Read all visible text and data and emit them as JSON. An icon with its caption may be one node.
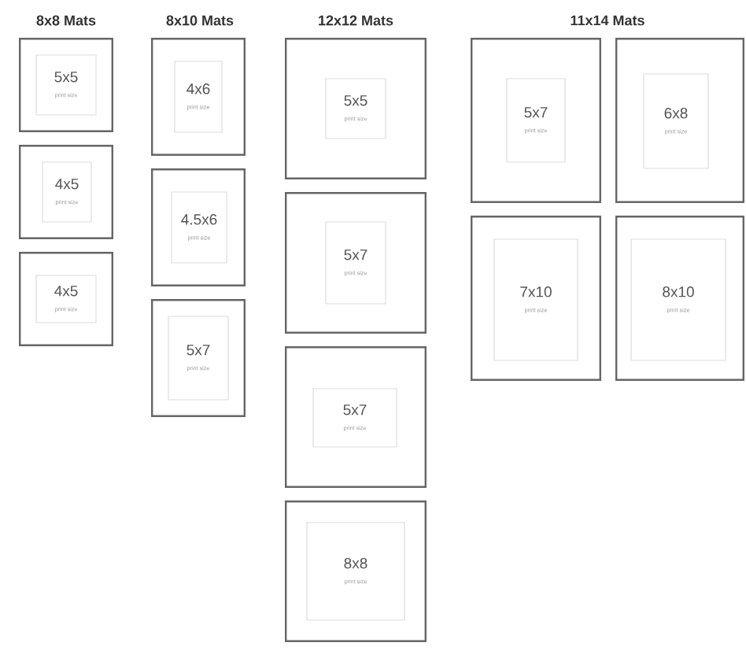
{
  "diagram": {
    "nodes": [
      {
        "text": [],
        "shape": "box"
      },
      {
        "text": [
          "5x5",
          "print size"
        ],
        "in": 0
      },
      {
        "text": [],
        "shape": "box"
      },
      {
        "text": [
          "4x5",
          "print size"
        ],
        "in": 2
      },
      {
        "text": [],
        "shape": "box"
      },
      {
        "text": [
          "4x5",
          "print size"
        ],
        "in": 4
      },
      {
        "text": [],
        "shape": "box"
      },
      {
        "text": [
          "4x6",
          "print size"
        ],
        "in": 6
      },
      {
        "text": [],
        "shape": "box"
      },
      {
        "text": [
          "4.5x6",
          "print size"
        ],
        "in": 8
      },
      {
        "text": [],
        "shape": "box"
      },
      {
        "text": [
          "5x7",
          "print size"
        ],
        "in": 10
      },
      {
        "text": [],
        "shape": "box"
      },
      {
        "text": [
          "5x5",
          "print size"
        ],
        "in": 12
      },
      {
        "text": [],
        "shape": "box"
      },
      {
        "text": [
          "5x7",
          "print size"
        ],
        "in": 14
      },
      {
        "text": [],
        "shape": "box"
      },
      {
        "text": [
          "5x7",
          "print size"
        ],
        "in": 16
      },
      {
        "text": [],
        "shape": "box"
      },
      {
        "text": [
          "8x8",
          "print size"
        ],
        "in": 18
      },
      {
        "text": [],
        "shape": "box"
      },
      {
        "text": [
          "5x7",
          "print size"
        ],
        "in": 20
      },
      {
        "text": [],
        "shape": "box"
      },
      {
        "text": [
          "6x8",
          "print size"
        ],
        "in": 22
      },
      {
        "text": [],
        "shape": "box"
      },
      {
        "text": [
          "7x10",
          "print size"
        ],
        "in": 24
      },
      {
        "text": [],
        "shape": "box"
      },
      {
        "text": [
          "8x10",
          "print size"
        ],
        "in": 26
      }
    ],
    "labels": [
      "8x8 Mats",
      "8x10 Mats",
      "12x12 Mats",
      "11x14 Mats"
    ]
  }
}
